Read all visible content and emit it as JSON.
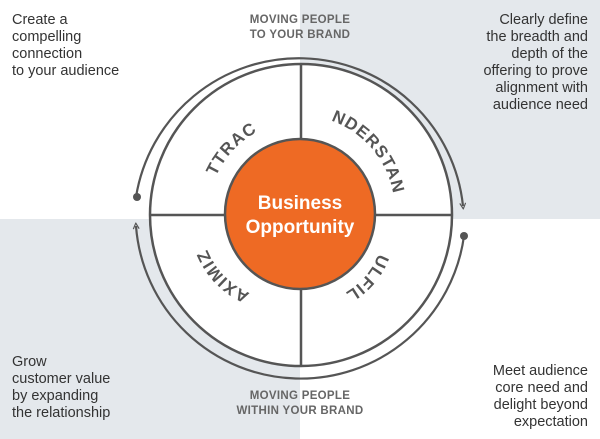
{
  "corners": {
    "top_left": "Create a\ncompelling\nconnection\nto your audience",
    "top_right": "Clearly define\nthe breadth and\ndepth of the\noffering to prove\nalignment with\naudience need",
    "bottom_left": "Grow\ncustomer value\nby expanding\nthe relationship",
    "bottom_right": "Meet audience\ncore need and\ndelight beyond\nexpectation"
  },
  "captions": {
    "top": "MOVING PEOPLE\nTO YOUR BRAND",
    "bottom": "MOVING PEOPLE\nWITHIN YOUR BRAND"
  },
  "wheel": {
    "center_line1": "Business",
    "center_line2": "Opportunity",
    "segments": {
      "attract": "ATTRACT",
      "understand": "UNDERSTAND",
      "fulfill": "FULFILL",
      "maximize": "MAXIMIZE"
    }
  },
  "colors": {
    "center_fill": "#ee6a24",
    "wheel_stroke": "#555555",
    "quadrant_shade": "#e4e8ec"
  }
}
